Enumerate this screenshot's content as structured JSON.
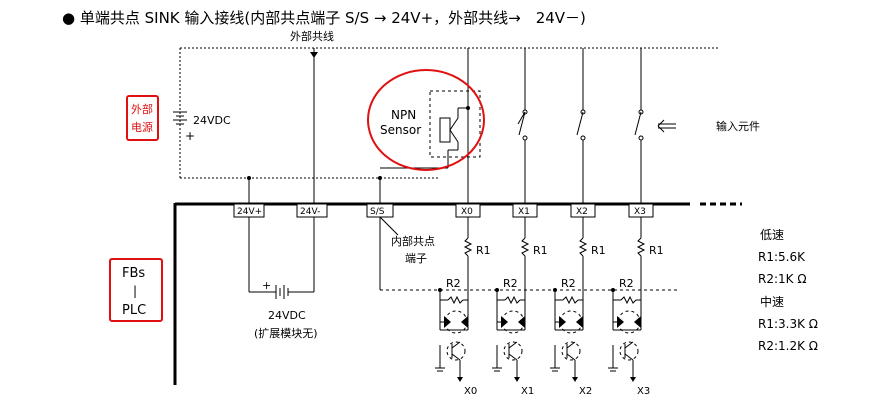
{
  "title": "● 单端共点 SINK 输入接线(内部共点端子 S/S → 24V+，外部共线→　24V－)",
  "labels": {
    "external_common": "外部共线",
    "external_power_line1": "外部",
    "external_power_line2": "电源",
    "supply_voltage": "24VDC",
    "plus_sign": "+",
    "npn_line1": "NPN",
    "npn_line2": "Sensor",
    "input_element": "输入元件",
    "plc_line1": "FBs",
    "plc_line2": "|",
    "plc_line3": "PLC",
    "internal_common_line1": "内部共点",
    "internal_common_line2": "端子",
    "aux_voltage": "24VDC",
    "aux_note": "(扩展模块无)"
  },
  "terminals": [
    "24V+",
    "24V-",
    "S/S",
    "X0",
    "X1",
    "X2",
    "X3"
  ],
  "resistors": {
    "r1": "R1",
    "r2": "R2"
  },
  "inputs": [
    "X0",
    "X1",
    "X2",
    "X3"
  ],
  "specs": {
    "low_speed": "低速",
    "low_r1": "R1:5.6K",
    "low_r2": "R2:1K Ω",
    "mid_speed": "中速",
    "mid_r1": "R1:3.3K Ω",
    "mid_r2": "R2:1.2K Ω"
  },
  "colors": {
    "highlight": "#e01010",
    "ink": "#000000"
  }
}
